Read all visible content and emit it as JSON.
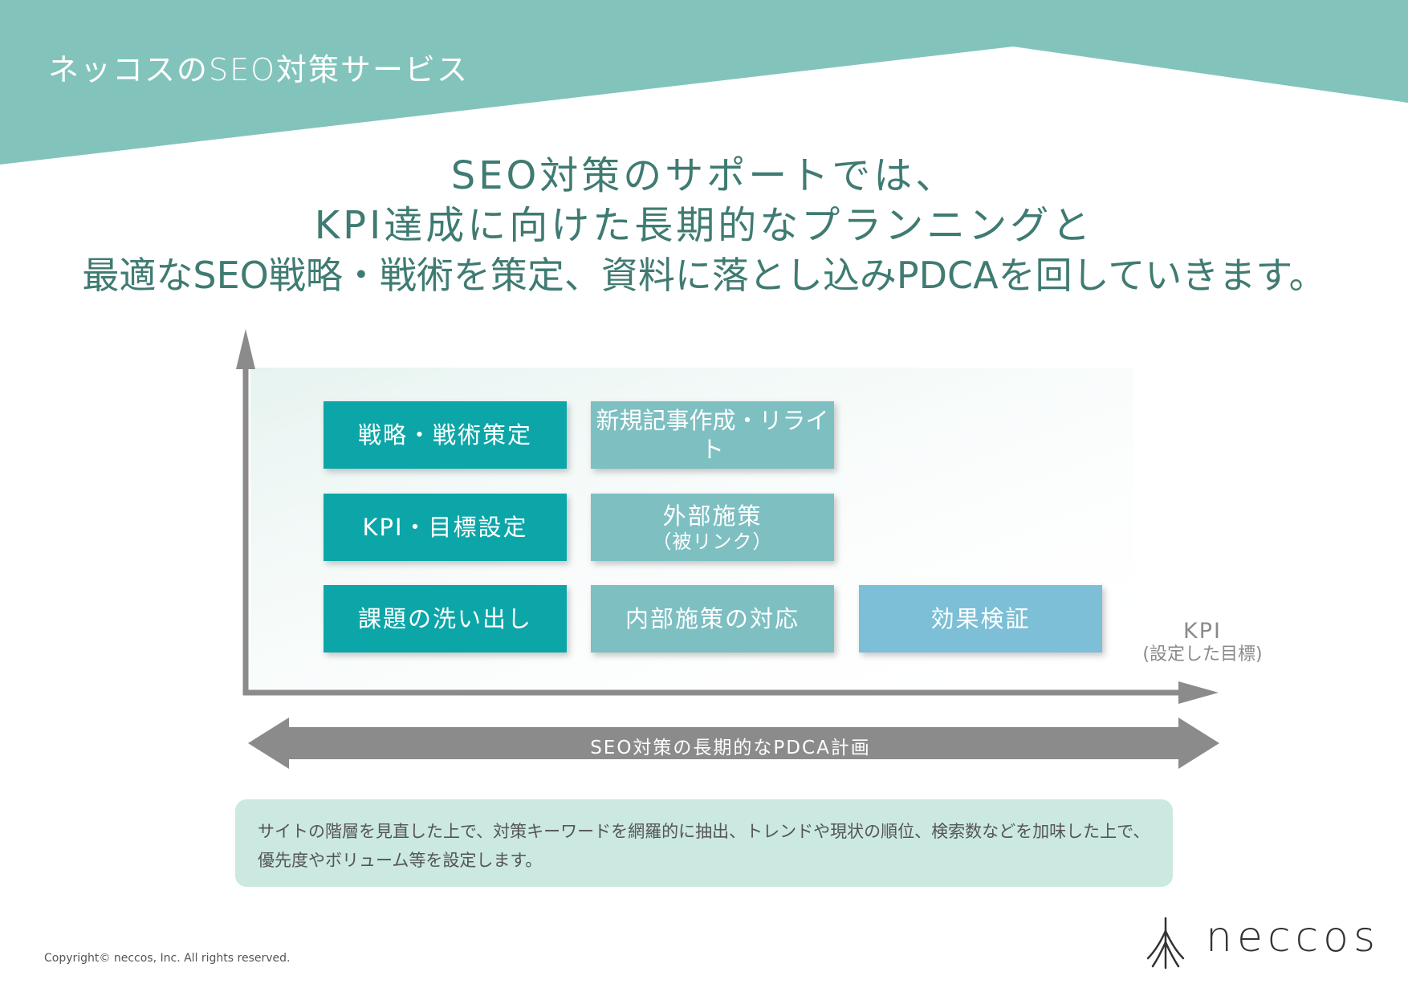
{
  "header": {
    "title": "ネッコスのSEO対策サービス"
  },
  "headline": {
    "line1": "SEO対策のサポートでは、",
    "line2": "KPI達成に向けた長期的なプランニングと",
    "line3": "最適なSEO戦略・戦術を策定、資料に落とし込みPDCAを回していきます。"
  },
  "steps": [
    {
      "main": "戦略・戦術策定",
      "sub": ""
    },
    {
      "main": "新規記事作成・リライト",
      "sub": ""
    },
    {
      "main": "KPI・目標設定",
      "sub": ""
    },
    {
      "main": "外部施策",
      "sub": "（被リンク）"
    },
    {
      "main": "課題の洗い出し",
      "sub": ""
    },
    {
      "main": "内部施策の対応",
      "sub": ""
    },
    {
      "main": "効果検証",
      "sub": ""
    }
  ],
  "x_axis": {
    "label": "KPI",
    "sublabel": "(設定した目標)"
  },
  "timeline_label": "SEO対策の長期的なPDCA計画",
  "note": "サイトの階層を見直した上で、対策キーワードを網羅的に抽出、トレンドや現状の順位、検索数などを加味した上で、優先度やボリューム等を設定します。",
  "copyright": "Copyright© neccos, Inc. All rights reserved.",
  "logo": {
    "text": "neccos"
  },
  "colors": {
    "header_band": "#82c4bb",
    "headline": "#3f7b72",
    "step_dark": "#08a6a8",
    "step_mid": "#7ebfc2",
    "step_light": "#7bbfd6",
    "axis": "#8b8b8b",
    "note_bg": "#cbe8e1"
  }
}
